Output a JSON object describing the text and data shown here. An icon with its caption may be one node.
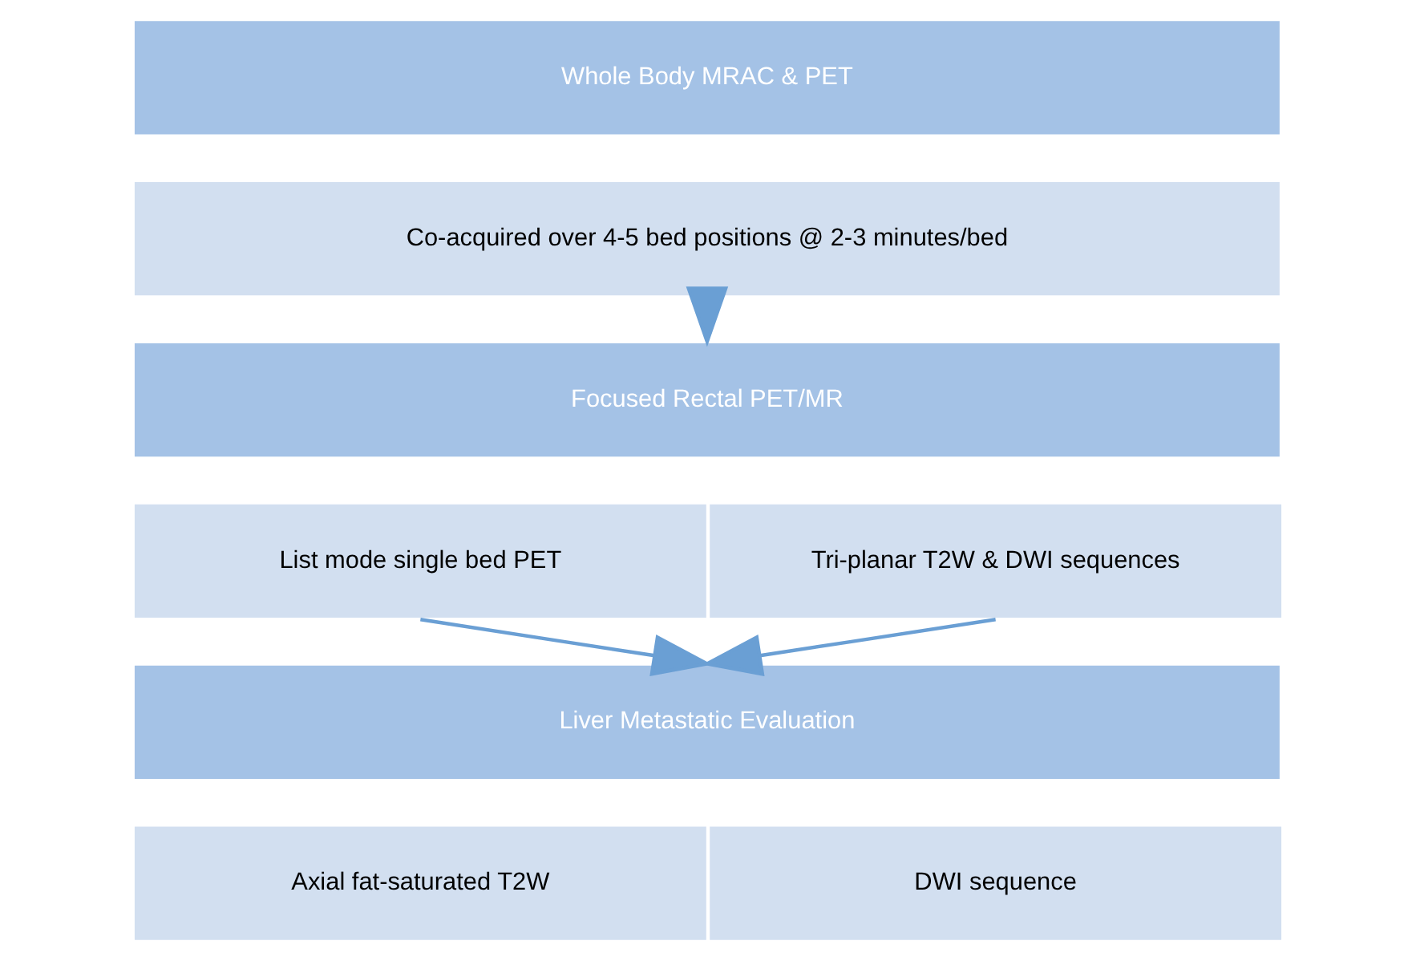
{
  "diagram": {
    "nodes": [
      {
        "text": [
          "Whole Body MRAC & PET"
        ]
      },
      {
        "text": [
          "Co-acquired over 4-5 bed positions @ 2-3 minutes/bed"
        ]
      },
      {
        "text": [
          "Focused Rectal PET/MR"
        ]
      },
      {
        "text": [
          "List mode single bed PET"
        ]
      },
      {
        "text": [
          "Tri-planar T2W & DWI sequences"
        ]
      },
      {
        "text": [
          "Liver Metastatic Evaluation"
        ]
      },
      {
        "text": [
          "Axial fat-saturated T2W"
        ]
      },
      {
        "text": [
          "DWI sequence"
        ]
      }
    ],
    "edges": [
      {
        "from": 1,
        "to": 2,
        "arrow": "to"
      },
      {
        "from": 3,
        "to": 5,
        "arrow": "to"
      },
      {
        "from": 4,
        "to": 5,
        "arrow": "to"
      }
    ]
  }
}
